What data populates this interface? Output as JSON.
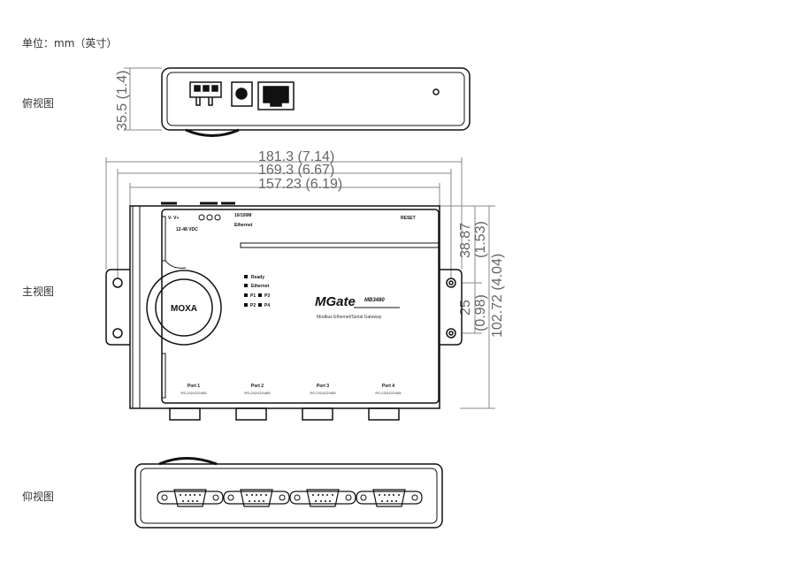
{
  "unit_label": "单位：mm（英寸）",
  "views": {
    "top": "俯视图",
    "front": "主视图",
    "bottom": "仰视图"
  },
  "dimensions": {
    "top_height": "35.5 (1.4)",
    "width_overall": "181.3 (7.14)",
    "width_holes": "169.3 (6.67)",
    "width_body": "157.23 (6.19)",
    "height_to_hole": "38.87",
    "height_to_hole_in": "(1.53)",
    "hole_spacing": "25",
    "hole_spacing_in": "(0.98)",
    "height_overall": "102.72 (4.04)"
  },
  "device": {
    "power_label": "V-  V+",
    "power_range": "12-48 VDC",
    "ethernet_speed": "10/100M",
    "ethernet_label": "Ethernet",
    "reset_label": "RESET",
    "led_ready": "Ready",
    "led_ethernet": "Ethernet",
    "led_p1": "P1",
    "led_p2": "P2",
    "led_p3": "P3",
    "led_p4": "P4",
    "brand": "MOXA",
    "product": "MGate",
    "model": "MB3480",
    "description": "Modbus Ethernet/Serial Gateway",
    "ports": [
      {
        "name": "Port 1",
        "type": "RS-232/422/485"
      },
      {
        "name": "Port 2",
        "type": "RS-232/422/485"
      },
      {
        "name": "Port 3",
        "type": "RS-232/422/485"
      },
      {
        "name": "Port 4",
        "type": "RS-232/422/485"
      }
    ]
  }
}
